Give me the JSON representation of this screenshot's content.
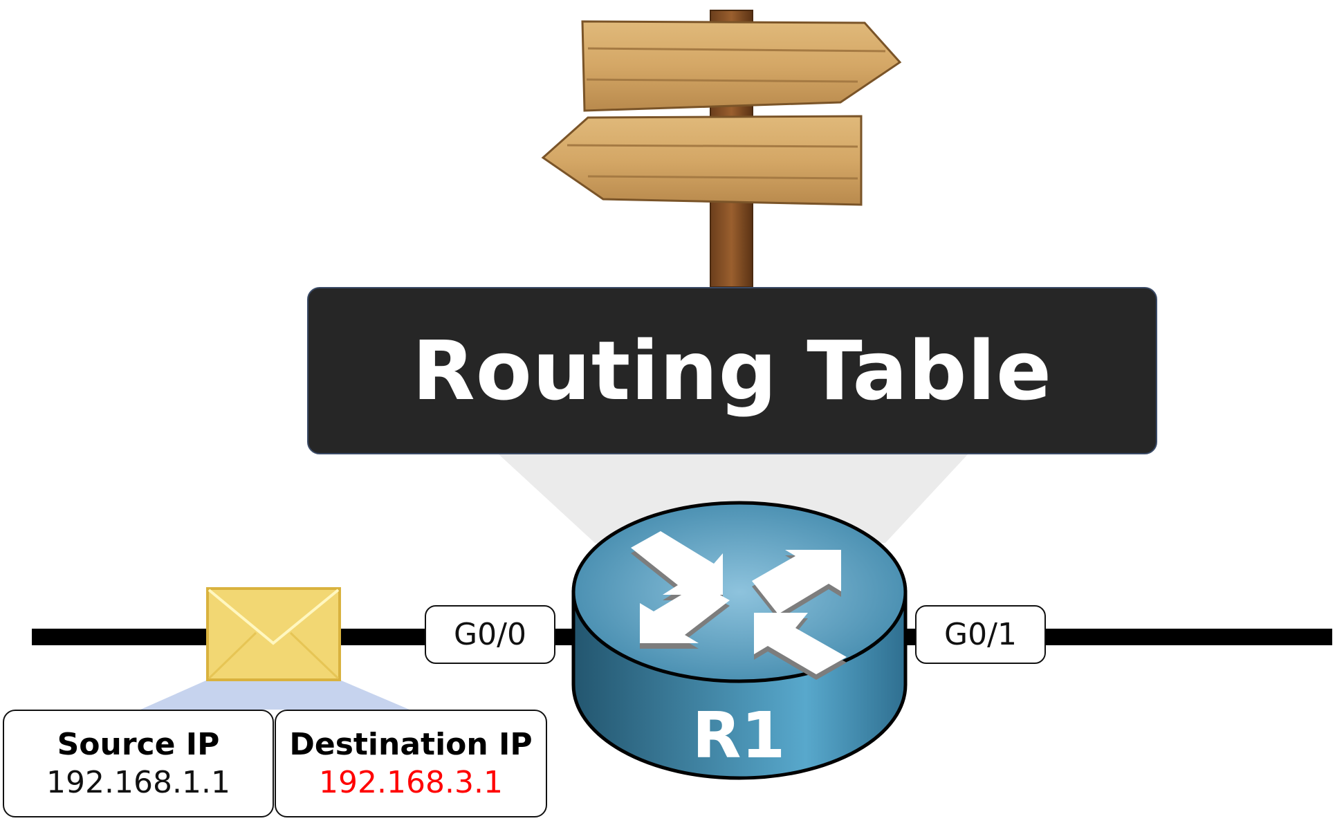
{
  "title": "Routing Table",
  "router": {
    "name": "R1",
    "color": "#3f87aa"
  },
  "interfaces": {
    "left": "G0/0",
    "right": "G0/1"
  },
  "packet": {
    "source_label": "Source IP",
    "source_ip": "192.168.1.1",
    "destination_label": "Destination IP",
    "destination_ip": "192.168.3.1",
    "destination_color": "#ff0000"
  },
  "icons": [
    "signpost-icon",
    "envelope-icon",
    "router-icon"
  ]
}
